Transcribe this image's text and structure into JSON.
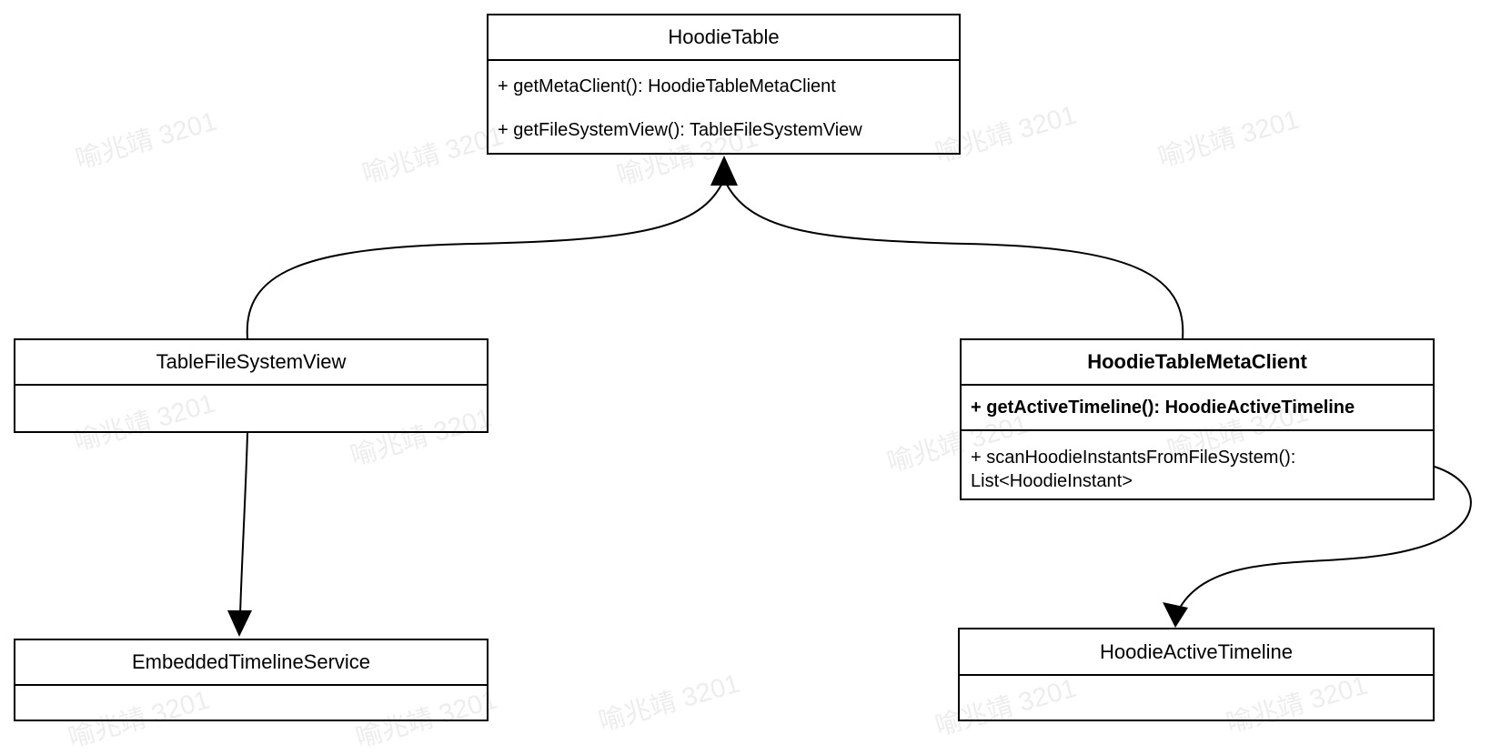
{
  "diagram": {
    "classes": [
      {
        "title": "HoodieTable",
        "methods": [
          "+ getMetaClient(): HoodieTableMetaClient",
          "+ getFileSystemView(): TableFileSystemView"
        ]
      },
      {
        "title": "TableFileSystemView",
        "methods": []
      },
      {
        "title": "HoodieTableMetaClient",
        "methods": [
          "+ getActiveTimeline(): HoodieActiveTimeline",
          "+ scanHoodieInstantsFromFileSystem(): List<HoodieInstant>"
        ]
      },
      {
        "title": "EmbeddedTimelineService",
        "methods": []
      },
      {
        "title": "HoodieActiveTimeline",
        "methods": []
      }
    ],
    "relations": [
      {
        "from": "TableFileSystemView",
        "to": "HoodieTable",
        "style": "curved-arrow"
      },
      {
        "from": "HoodieTableMetaClient",
        "to": "HoodieTable",
        "style": "curved-arrow"
      },
      {
        "from": "TableFileSystemView",
        "to": "EmbeddedTimelineService",
        "style": "straight-arrow"
      },
      {
        "from": "HoodieTableMetaClient",
        "to": "HoodieActiveTimeline",
        "style": "s-curve-arrow"
      }
    ]
  },
  "watermark": {
    "text": "喻兆靖 3201",
    "color": "#ededed"
  },
  "colors": {
    "line": "#000000",
    "background": "#ffffff"
  }
}
